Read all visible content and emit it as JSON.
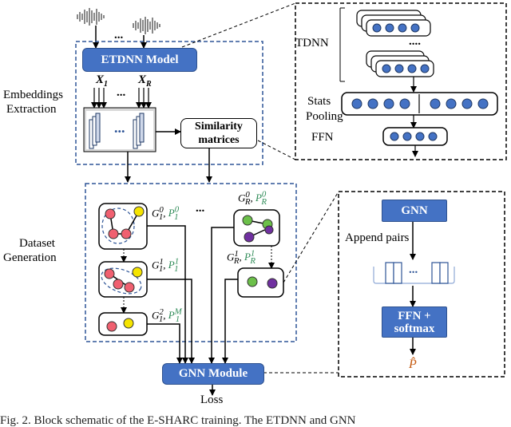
{
  "labels": {
    "etdnn_model": "ETDNN Model",
    "x1": "X",
    "x1_sub": "1",
    "xr": "X",
    "xr_sub": "R",
    "dots_top": "...",
    "dots_inner": "...",
    "embeddings_1": "Embeddings",
    "embeddings_2": "Extraction",
    "similarity_1": "Similarity",
    "similarity_2": "matrices",
    "dataset_1": "Dataset",
    "dataset_2": "Generation",
    "g10": "G",
    "g10_sup": "0",
    "g10_sub": "1",
    "p10": "P",
    "p10_sup": "0",
    "p10_sub": "1",
    "g11": "G",
    "g11_sup": "1",
    "g11_sub": "1",
    "p11": "P",
    "p11_sup": "1",
    "p11_sub": "1",
    "g12": "G",
    "g12_sup": "2",
    "g12_sub": "1",
    "p1m": "P",
    "p1m_sup": "M",
    "p1m_sub": "1",
    "gr0": "G",
    "gr0_sup": "0",
    "gr0_sub": "R",
    "pr0": "P",
    "pr0_sup": "0",
    "pr0_sub": "R",
    "gr1": "G",
    "gr1_sup": "1",
    "gr1_sub": "R",
    "pr1": "P",
    "pr1_sup": "1",
    "pr1_sub": "R",
    "dots_graph": "...",
    "gnn_module": "GNN Module",
    "loss": "Loss",
    "tdnn": "TDNN",
    "stats_1": "Stats",
    "stats_2": "Pooling",
    "ffn": "FFN",
    "gnn": "GNN",
    "append_pairs": "Append pairs",
    "ffn_softmax_1": "FFN +",
    "ffn_softmax_2": "softmax",
    "p_hat": "P̂",
    "dots_pairs": "...",
    "dots_tdnn": "....",
    "caption": "Fig. 2.  Block schematic of the E-SHARC training. The ETDNN and GNN"
  },
  "colors": {
    "accent_blue": "#4472c4",
    "dashed_blue": "#2e5597",
    "node_red": "#f06070",
    "node_yellow": "#f5e400",
    "node_green": "#6cc04a",
    "node_purple": "#7030a0",
    "p_green": "#2e8b57",
    "p_hat": "#c55a11"
  }
}
